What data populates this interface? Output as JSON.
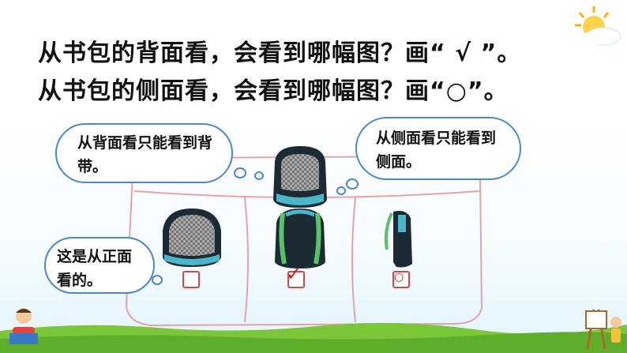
{
  "question": {
    "line1": "从书包的背面看，会看到哪幅图？画“ √ ”。",
    "line2": "从书包的侧面看，会看到哪幅图？画“○”。"
  },
  "bubbles": {
    "back_view": "从背面看只能看到背带。",
    "side_view": "从侧面看只能看到侧面。",
    "front_view": "这是从正面看的。"
  },
  "answers": {
    "front": "",
    "back": "✓",
    "side": "○"
  },
  "colors": {
    "bubble_border": "#4a88c9",
    "box_border": "#d04a50",
    "check": "#d41b1b"
  }
}
